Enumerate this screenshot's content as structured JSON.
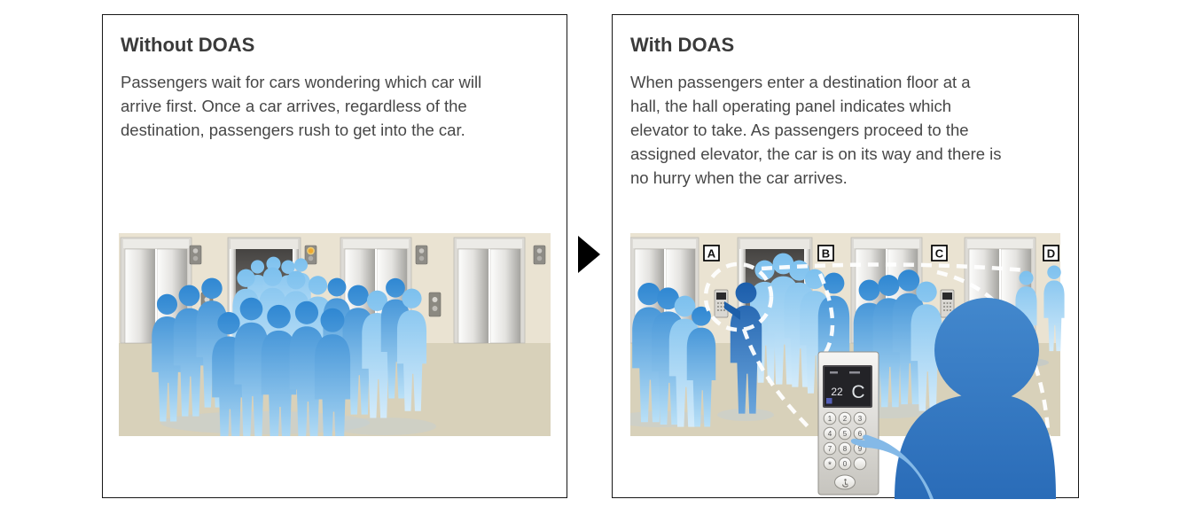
{
  "left_panel": {
    "title": "Without DOAS",
    "body_lines": [
      "Passengers wait for cars wondering which car will",
      "arrive first. Once a car arrives, regardless of the",
      "destination, passengers rush to get into the car."
    ]
  },
  "right_panel": {
    "title": "With DOAS",
    "body_lines": [
      "When passengers enter a destination floor at a",
      "hall, the hall operating panel indicates which",
      "elevator to take. As passengers proceed to the",
      "assigned elevator, the car is on its way and there is",
      "no hurry when the car arrives."
    ],
    "elevator_labels": [
      "A",
      "B",
      "C",
      "D"
    ],
    "keypad": {
      "display_floor": "22",
      "display_car": "C",
      "keys": [
        "1",
        "2",
        "3",
        "4",
        "5",
        "6",
        "7",
        "8",
        "9",
        "*",
        "0"
      ]
    }
  },
  "arrow_icon": "right-triangle-arrow",
  "colors": {
    "panel_border": "#161616",
    "title_text": "#3a3a3a",
    "body_text": "#474747",
    "wall": "#eae3d2",
    "floor": "#d8d1ba",
    "person_blue_top": "#2f87d2",
    "person_blue_bottom": "#b9e0f7",
    "person_dark_blue": "#1b5dab",
    "foreground_person_blue": "#2a6cb8",
    "dash_line": "#ffffff",
    "elevator_silver": "#d6d5d2",
    "lantern_lit": "#f5b93a",
    "keypad_silver": "#e0dedb",
    "display_dark": "#232327",
    "display_indicator_blue": "#5661b8"
  }
}
